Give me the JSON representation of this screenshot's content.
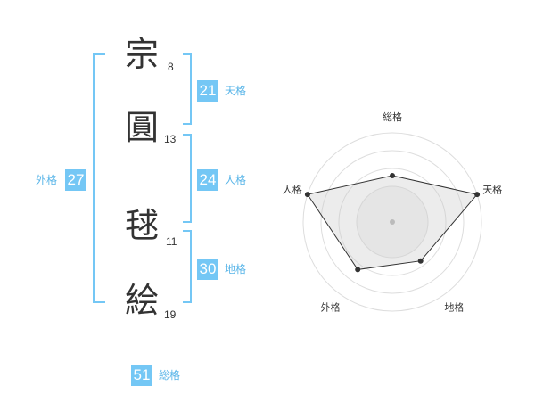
{
  "name": {
    "chars": [
      {
        "char": "宗",
        "strokes": "8"
      },
      {
        "char": "圓",
        "strokes": "13"
      },
      {
        "char": "毬",
        "strokes": "11"
      },
      {
        "char": "絵",
        "strokes": "19"
      }
    ]
  },
  "kakusu": {
    "ten": {
      "value": "21",
      "label": "天格"
    },
    "jin": {
      "value": "24",
      "label": "人格"
    },
    "chi": {
      "value": "30",
      "label": "地格"
    },
    "gai": {
      "value": "27",
      "label": "外格"
    },
    "sou": {
      "value": "51",
      "label": "総格"
    }
  },
  "colors": {
    "accent": "#74c7f5",
    "accent_text": "#59b5e8",
    "text": "#333333"
  },
  "chart_data": {
    "type": "radar",
    "axes": [
      "総格",
      "天格",
      "地格",
      "外格",
      "人格"
    ],
    "values": [
      2.6,
      5.0,
      2.7,
      3.3,
      5.0
    ],
    "max": 5,
    "rings": 5
  }
}
